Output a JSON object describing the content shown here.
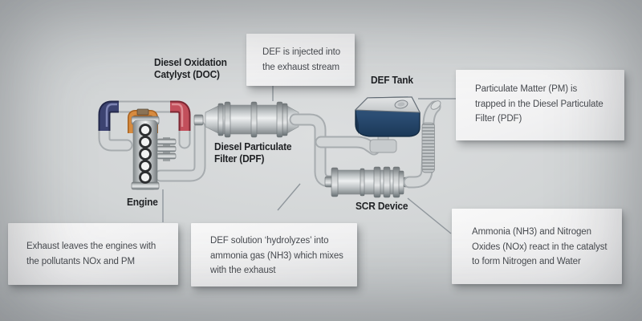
{
  "labels": {
    "doc": "Diesel Oxidation\nCatylyst (DOC)",
    "dpf": "Diesel Particulate\nFilter (DPF)",
    "def_tank": "DEF Tank",
    "scr": "SCR Device",
    "engine": "Engine"
  },
  "callouts": {
    "def_injected": "DEF is injected into\nthe exhaust stream",
    "pm_trapped": "Particulate Matter (PM) is\ntrapped in the Diesel Particulate\nFilter (PDF)",
    "exhaust_leaves": "Exhaust leaves the engines with\nthe pollutants NOx and PM",
    "def_solution": "DEF solution ‘hydrolyzes’ into\nammonia gas (NH3) which mixes\nwith the exhaust",
    "ammonia_reacts": "Ammonia (NH3) and Nitrogen\nOxides (NOx) react in the catalyst\nto form Nitrogen and Water"
  },
  "colors": {
    "def_tank_blue": "#2a4c72",
    "intake_elbow_navy": "#3c4371",
    "intake_elbow_navy_dark": "#23284a",
    "exhaust_elbow_red": "#c24f5b",
    "exhaust_elbow_red_dark": "#7c2733",
    "engine_loop_orange": "#d78b3f",
    "engine_loop_orange_dark": "#a6601f",
    "pipe_gray": "#d3d6d7",
    "callout_bg": "#f4f4f5",
    "label_text": "#1f2124",
    "callout_text": "#474a4f"
  }
}
